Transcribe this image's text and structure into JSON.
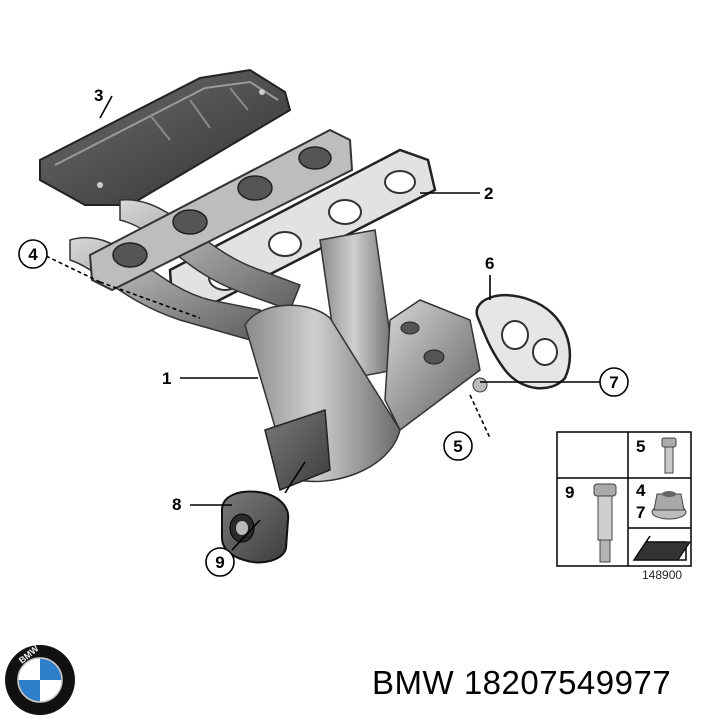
{
  "callouts": {
    "c1": "1",
    "c2": "2",
    "c3": "3",
    "c4": "4",
    "c5": "5",
    "c6": "6",
    "c7": "7",
    "c8": "8",
    "c9": "9"
  },
  "legend": {
    "cell_5": "5",
    "cell_9": "9",
    "cell_4": "4",
    "cell_7": "7"
  },
  "drawing_number": "148900",
  "caption": "BMW 18207549977",
  "logo": {
    "letters": "BMW",
    "colors": {
      "blue": "#2f7fc9",
      "ring": "#111111"
    }
  }
}
